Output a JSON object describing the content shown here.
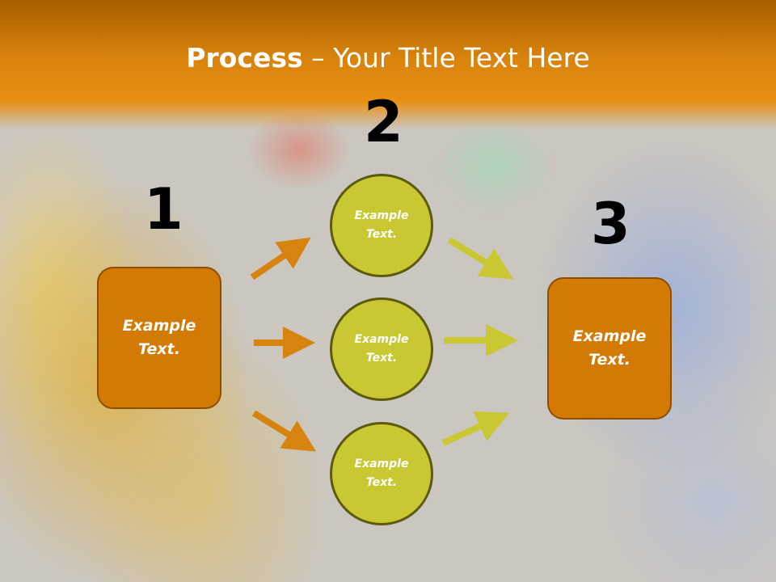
{
  "slide": {
    "title_bold": "Process",
    "title_rest": " – Your Title Text Here"
  },
  "steps": [
    {
      "number": "1",
      "label": "Example\nText."
    },
    {
      "number": "2",
      "label": "Example\nText."
    },
    {
      "number": "3",
      "label": "Example\nText."
    }
  ],
  "circles": [
    {
      "label": "Example\nText."
    },
    {
      "label": "Example\nText."
    },
    {
      "label": "Example\nText."
    }
  ],
  "colors": {
    "header": "#e88f12",
    "box_fill": "#d37a05",
    "circle_fill": "#c8c832",
    "arrow_left": "#d68310",
    "arrow_right": "#c9c832"
  }
}
